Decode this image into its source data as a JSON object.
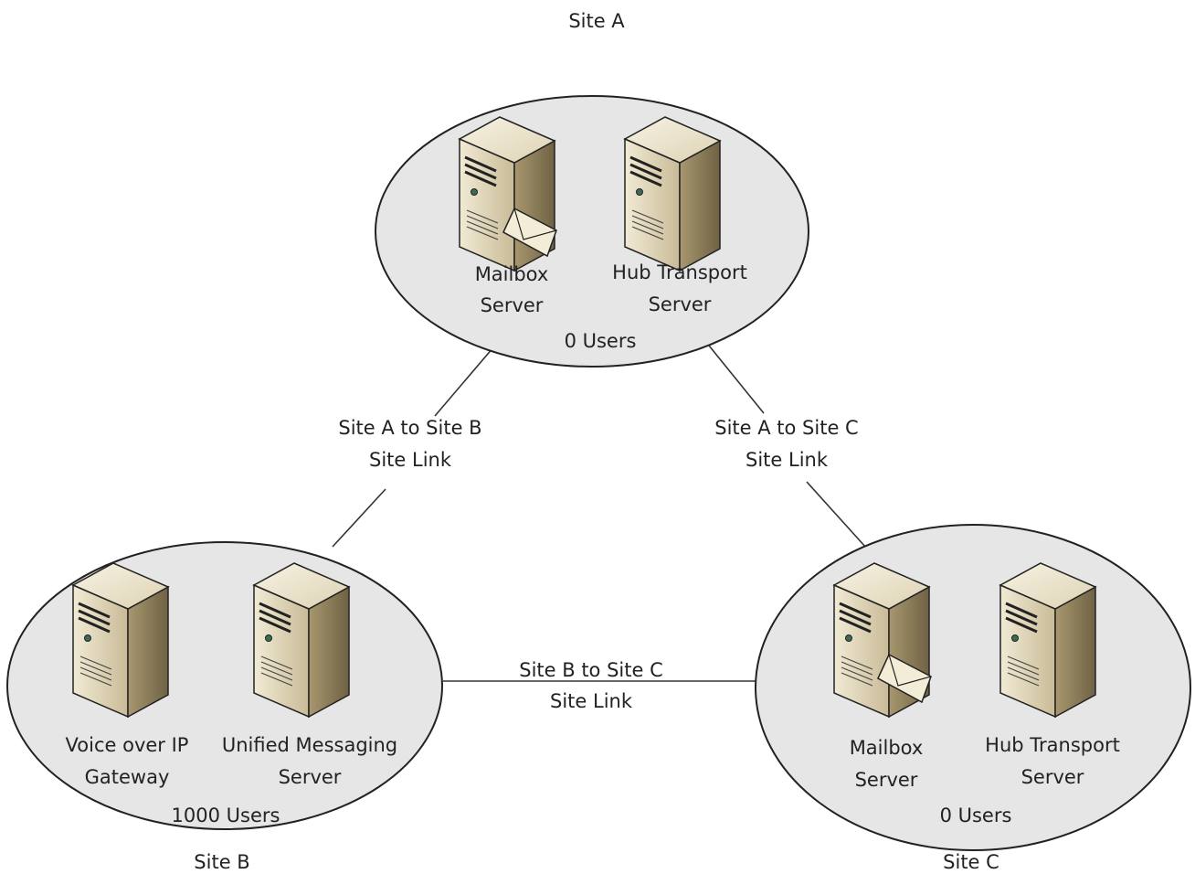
{
  "sites": [
    {
      "id": "a",
      "name": "Site A",
      "users": "0 Users",
      "servers": [
        {
          "line1": "Mailbox",
          "line2": "Server",
          "icon": "mailbox-server-icon"
        },
        {
          "line1": "Hub Transport",
          "line2": "Server",
          "icon": "server-icon"
        }
      ]
    },
    {
      "id": "b",
      "name": "Site B",
      "users": "1000 Users",
      "servers": [
        {
          "line1": "Voice over IP",
          "line2": "Gateway",
          "icon": "server-icon"
        },
        {
          "line1": "Unified Messaging",
          "line2": "Server",
          "icon": "server-icon"
        }
      ]
    },
    {
      "id": "c",
      "name": "Site C",
      "users": "0 Users",
      "servers": [
        {
          "line1": "Mailbox",
          "line2": "Server",
          "icon": "mailbox-server-icon"
        },
        {
          "line1": "Hub Transport",
          "line2": "Server",
          "icon": "server-icon"
        }
      ]
    }
  ],
  "links": [
    {
      "from": "Site A",
      "to": "Site B",
      "line1": "Site A to Site B",
      "line2": "Site Link"
    },
    {
      "from": "Site A",
      "to": "Site C",
      "line1": "Site A to Site C",
      "line2": "Site Link"
    },
    {
      "from": "Site B",
      "to": "Site C",
      "line1": "Site B to Site C",
      "line2": "Site Link"
    }
  ],
  "colors": {
    "site_fill": "#e6e6e6",
    "server_front": "#d8cfb4",
    "server_side": "#8a7a58",
    "server_top": "#efe9d6"
  }
}
